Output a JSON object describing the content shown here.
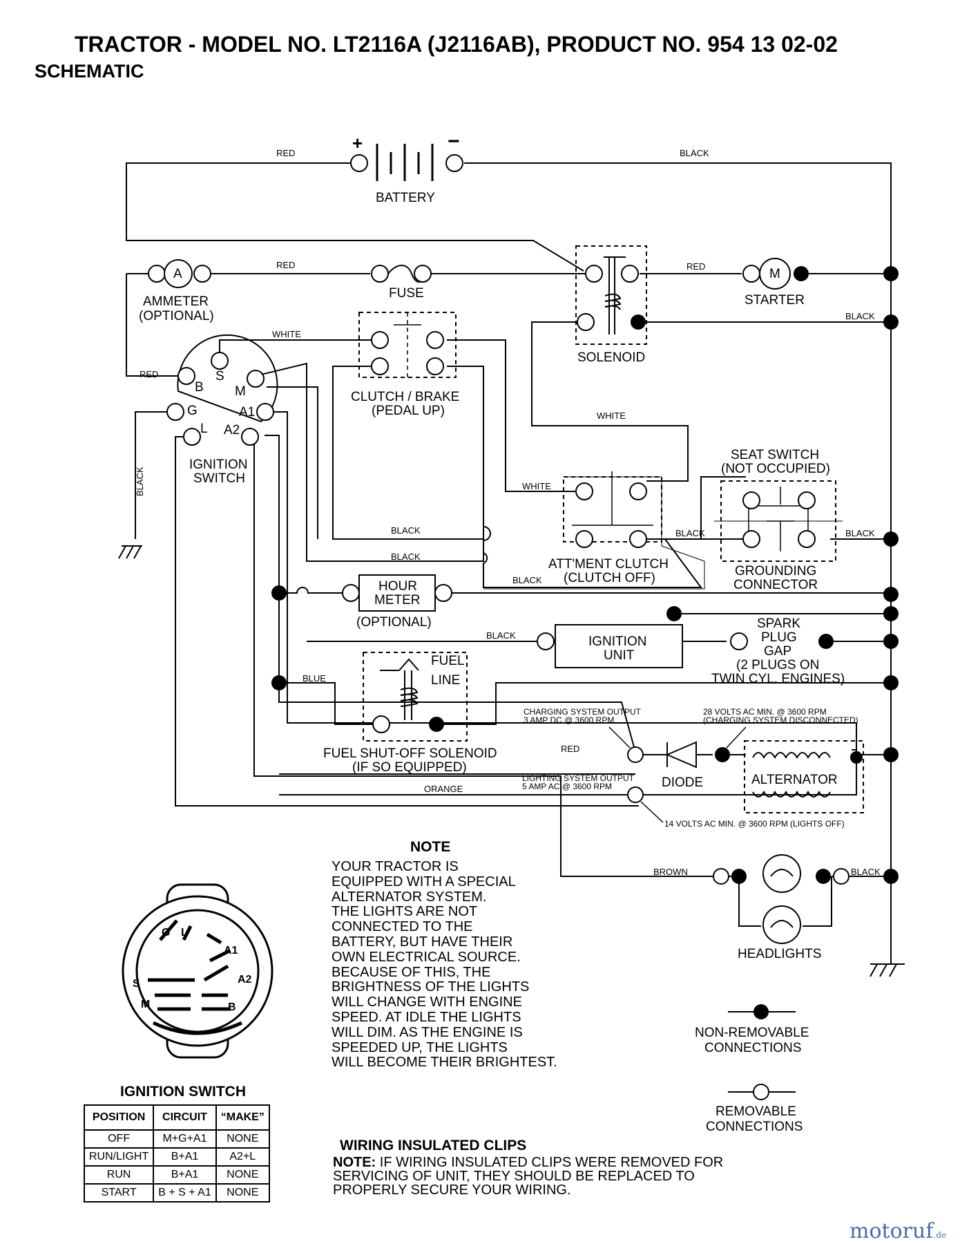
{
  "header": {
    "title": "TRACTOR - MODEL NO. LT2116A (J2116AB), PRODUCT NO. 954 13 02-02",
    "subtitle": "SCHEMATIC"
  },
  "components": {
    "battery": "BATTERY",
    "ammeter_line1": "AMMETER",
    "ammeter_line2": "(OPTIONAL)",
    "ammeter_symbol": "A",
    "fuse": "FUSE",
    "solenoid": "SOLENOID",
    "starter": "STARTER",
    "starter_symbol": "M",
    "clutch_brake_line1": "CLUTCH / BRAKE",
    "clutch_brake_line2": "(PEDAL UP)",
    "ignition_switch_line1": "IGNITION",
    "ignition_switch_line2": "SWITCH",
    "seat_switch_line1": "SEAT SWITCH",
    "seat_switch_line2": "(NOT OCCUPIED)",
    "attment_clutch_line1": "ATT'MENT CLUTCH",
    "attment_clutch_line2": "(CLUTCH OFF)",
    "grounding_line1": "GROUNDING",
    "grounding_line2": "CONNECTOR",
    "hour_meter_line1": "HOUR",
    "hour_meter_line2": "METER",
    "hour_meter_line3": "(OPTIONAL)",
    "ignition_unit_line1": "IGNITION",
    "ignition_unit_line2": "UNIT",
    "spark_line1": "SPARK",
    "spark_line2": "PLUG",
    "spark_line3": "GAP",
    "spark_line4": "(2 PLUGS ON",
    "spark_line5": "TWIN CYL. ENGINES)",
    "fuel_line1": "FUEL",
    "fuel_line2": "LINE",
    "fuel_solenoid_line1": "FUEL SHUT-OFF SOLENOID",
    "fuel_solenoid_line2": "(IF SO EQUIPPED)",
    "diode": "DIODE",
    "alternator": "ALTERNATOR",
    "headlights": "HEADLIGHTS",
    "non_removable_line1": "NON-REMOVABLE",
    "non_removable_line2": "CONNECTIONS",
    "removable_line1": "REMOVABLE",
    "removable_line2": "CONNECTIONS"
  },
  "terminals": {
    "s": "S",
    "b": "B",
    "m": "M",
    "g": "G",
    "l": "L",
    "a1": "A1",
    "a2": "A2",
    "plus": "+",
    "minus": "−"
  },
  "wires": {
    "red": "RED",
    "black": "BLACK",
    "white": "WHITE",
    "blue": "BLUE",
    "orange": "ORANGE",
    "brown": "BROWN"
  },
  "annotations": {
    "charging_line1": "CHARGING SYSTEM OUTPUT",
    "charging_line2": "3 AMP DC @ 3600 RPM",
    "volts28_line1": "28 VOLTS AC MIN. @ 3600 RPM",
    "volts28_line2": "(CHARGING SYSTEM DISCONNECTED)",
    "lighting_line1": "LIGHTING SYSTEM OUTPUT",
    "lighting_line2": "5 AMP AC @ 3600 RPM",
    "volts14": "14 VOLTS AC MIN. @ 3600 RPM (LIGHTS OFF)"
  },
  "note": {
    "heading": "NOTE",
    "lines": [
      "YOUR TRACTOR IS",
      "EQUIPPED WITH A SPECIAL",
      "ALTERNATOR SYSTEM.",
      "THE LIGHTS ARE NOT",
      "CONNECTED TO THE",
      "BATTERY, BUT HAVE THEIR",
      "OWN ELECTRICAL SOURCE.",
      "BECAUSE OF THIS, THE",
      "BRIGHTNESS OF THE LIGHTS",
      "WILL CHANGE WITH ENGINE",
      "SPEED.  AT IDLE THE LIGHTS",
      "WILL DIM.  AS THE ENGINE IS",
      "SPEEDED UP, THE LIGHTS",
      "WILL BECOME THEIR BRIGHTEST."
    ]
  },
  "ignition_table": {
    "title": "IGNITION SWITCH",
    "headers": [
      "POSITION",
      "CIRCUIT",
      "“MAKE”"
    ],
    "rows": [
      [
        "OFF",
        "M+G+A1",
        "NONE"
      ],
      [
        "RUN/LIGHT",
        "B+A1",
        "A2+L"
      ],
      [
        "RUN",
        "B+A1",
        "NONE"
      ],
      [
        "START",
        "B + S + A1",
        "NONE"
      ]
    ]
  },
  "clips": {
    "heading": "WIRING INSULATED CLIPS",
    "note_label": "NOTE:",
    "line1": " IF WIRING INSULATED CLIPS WERE REMOVED FOR",
    "line2": "SERVICING OF UNIT, THEY SHOULD BE REPLACED TO",
    "line3": "PROPERLY SECURE YOUR WIRING."
  },
  "watermark": {
    "main": "motoruf",
    "suffix": ".de"
  }
}
